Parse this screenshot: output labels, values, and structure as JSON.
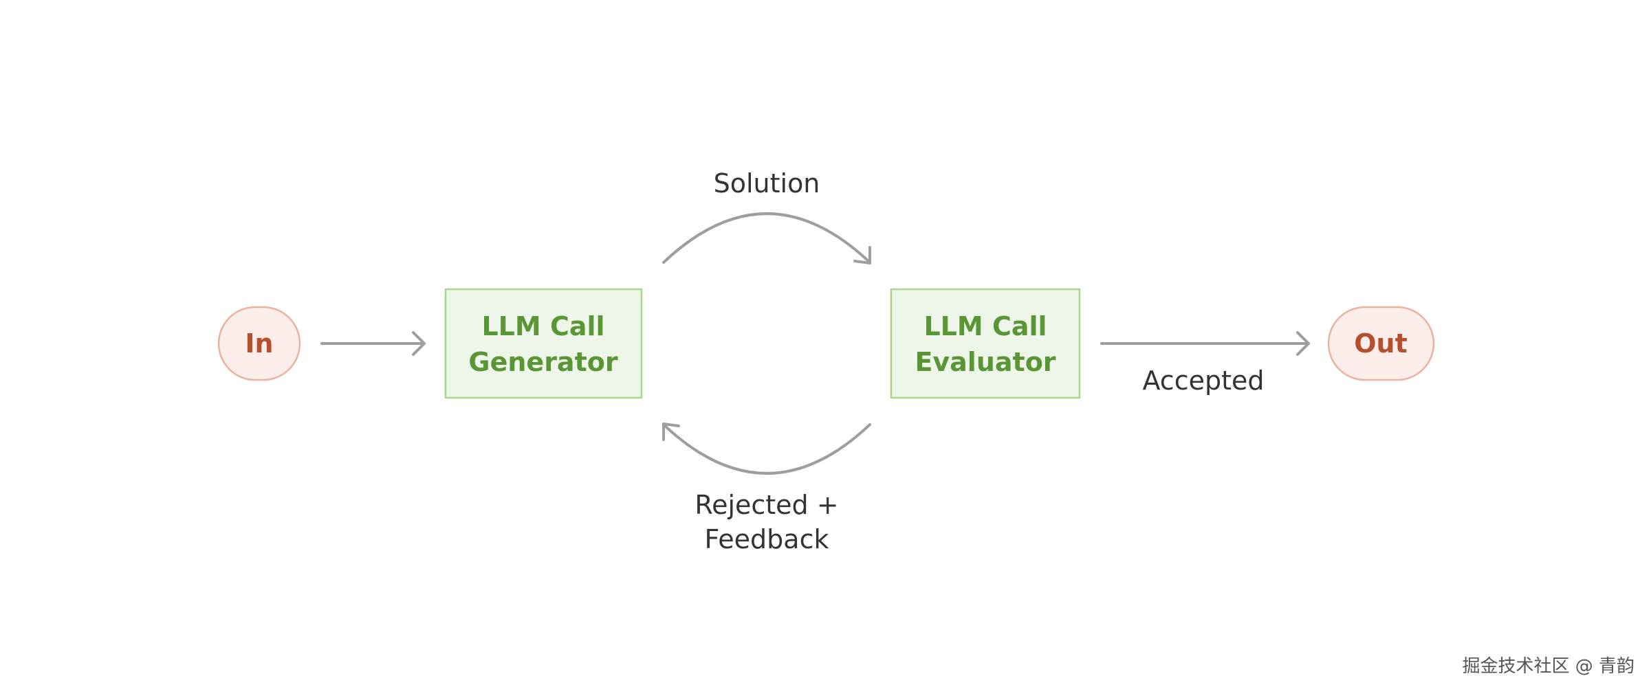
{
  "nodes": {
    "input": {
      "label": "In"
    },
    "generator": {
      "line1": "LLM Call",
      "line2": "Generator"
    },
    "evaluator": {
      "line1": "LLM Call",
      "line2": "Evaluator"
    },
    "output": {
      "label": "Out"
    }
  },
  "edges": {
    "solution": {
      "label": "Solution"
    },
    "feedback": {
      "line1": "Rejected +",
      "line2": "Feedback"
    },
    "accepted": {
      "label": "Accepted"
    }
  },
  "watermark": {
    "text": "掘金技术社区 @ 青韵"
  },
  "colors": {
    "terminal_fill": "#fbeeea",
    "terminal_stroke": "#eab3a0",
    "terminal_text": "#b5502f",
    "node_fill": "#eef5e9",
    "node_stroke": "#a9d98f",
    "node_text": "#5a9636",
    "arrow": "#9e9e9e",
    "label_text": "#333333"
  }
}
